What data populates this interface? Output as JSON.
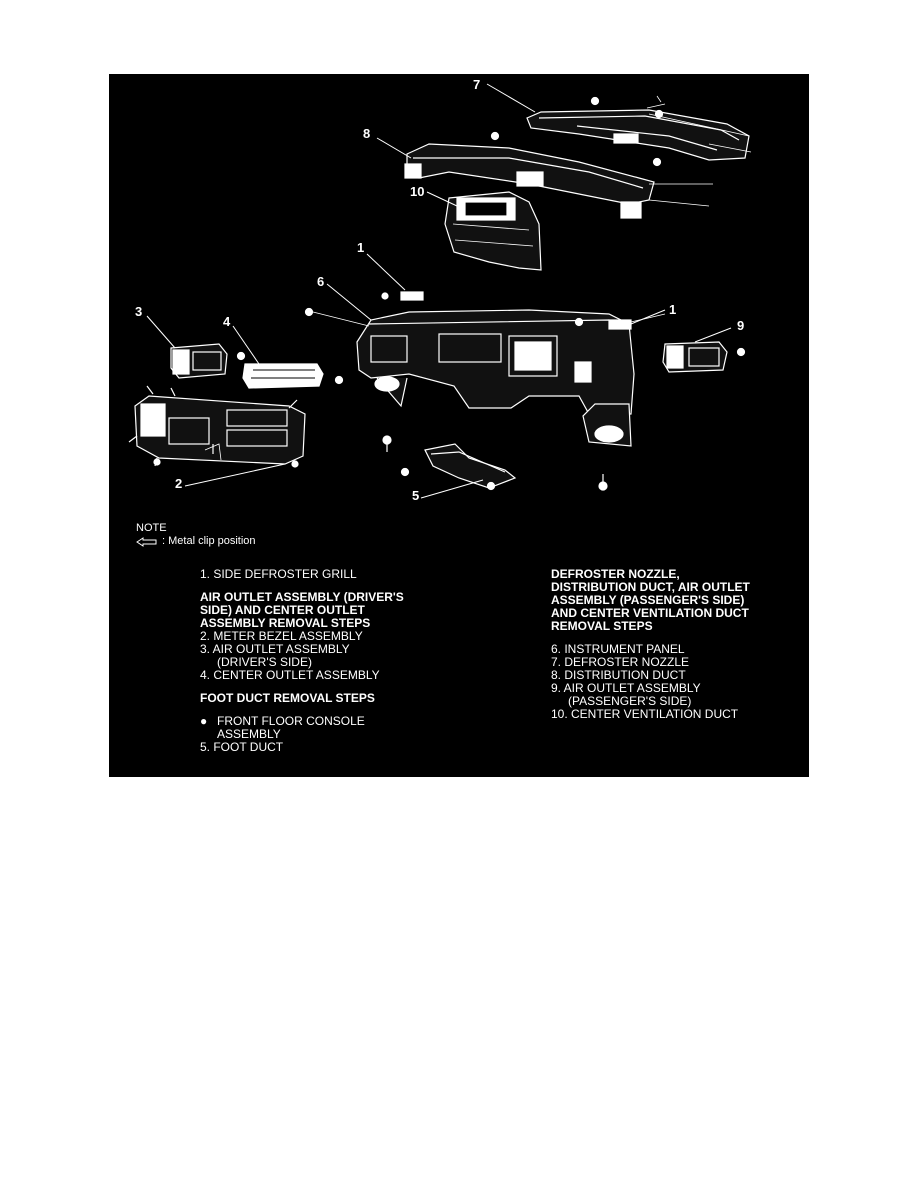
{
  "note": {
    "title": "NOTE",
    "legend": ": Metal clip position"
  },
  "left_column": {
    "step1": "1. SIDE DEFROSTER GRILL",
    "heading1_l1": "AIR OUTLET ASSEMBLY (DRIVER'S",
    "heading1_l2": "SIDE) AND CENTER OUTLET",
    "heading1_l3": "ASSEMBLY REMOVAL STEPS",
    "step2": "2. METER BEZEL ASSEMBLY",
    "step3_l1": "3. AIR OUTLET ASSEMBLY",
    "step3_l2": "(DRIVER'S SIDE)",
    "step4": "4. CENTER OUTLET ASSEMBLY",
    "heading2": "FOOT DUCT REMOVAL STEPS",
    "bullet_l1": "FRONT FLOOR CONSOLE",
    "bullet_l2": "ASSEMBLY",
    "step5": "5. FOOT DUCT"
  },
  "right_column": {
    "heading_l1": "DEFROSTER NOZZLE,",
    "heading_l2": "DISTRIBUTION DUCT, AIR OUTLET",
    "heading_l3": "ASSEMBLY (PASSENGER'S SIDE)",
    "heading_l4": "AND CENTER VENTILATION DUCT",
    "heading_l5": "REMOVAL STEPS",
    "step6": "6. INSTRUMENT PANEL",
    "step7": "7. DEFROSTER NOZZLE",
    "step8": "8. DISTRIBUTION DUCT",
    "step9_l1": "9. AIR OUTLET ASSEMBLY",
    "step9_l2": "(PASSENGER'S SIDE)",
    "step10": "10. CENTER VENTILATION DUCT"
  },
  "callouts": {
    "c7": "7",
    "c8": "8",
    "c10": "10",
    "c1a": "1",
    "c6": "6",
    "c1b": "1",
    "c3": "3",
    "c4": "4",
    "c9": "9",
    "c2": "2",
    "c5": "5"
  }
}
